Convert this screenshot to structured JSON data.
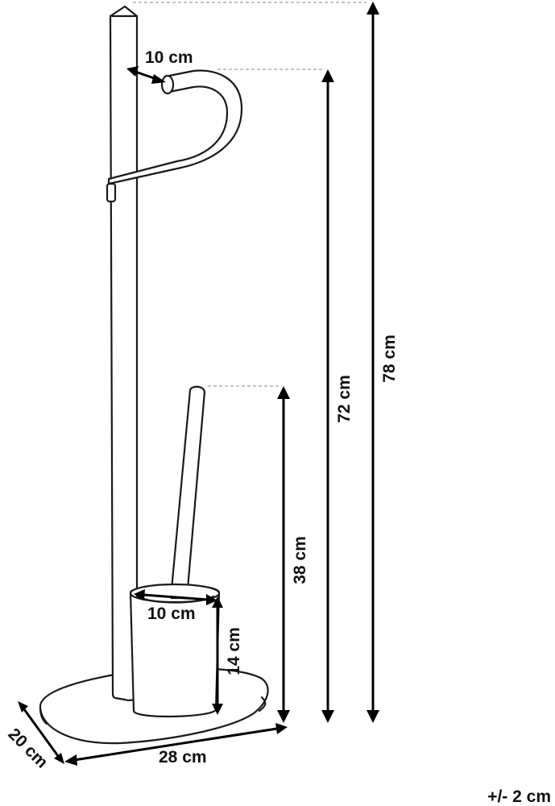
{
  "dimensions": {
    "total_height": "78 cm",
    "holder_height": "72 cm",
    "brush_height": "38 cm",
    "arm_depth": "10 cm",
    "cup_diameter": "10 cm",
    "cup_height": "14 cm",
    "base_width": "28 cm",
    "base_depth": "20 cm"
  },
  "tolerance": "+/- 2 cm",
  "colors": {
    "line": "#1a1a1a",
    "dimension": "#000000",
    "leader": "#888888"
  }
}
